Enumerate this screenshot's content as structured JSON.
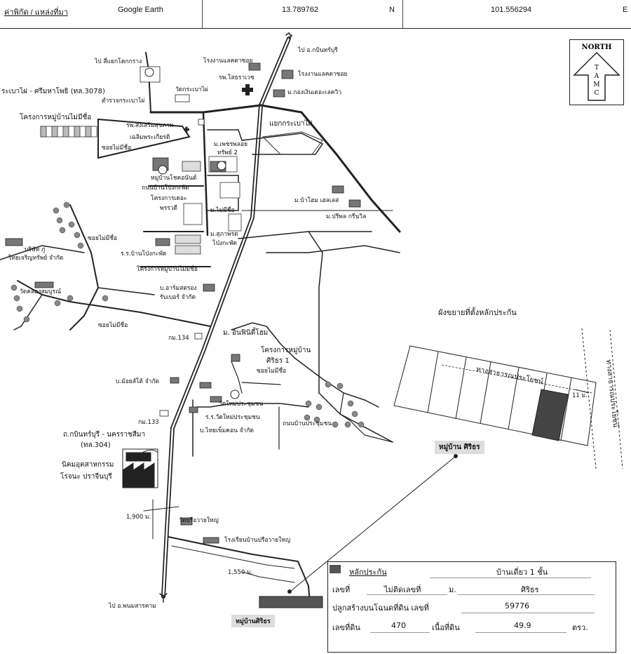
{
  "header": {
    "location_label": "ค่าพิกัด / แหล่งที่มา",
    "source": "Google Earth",
    "latitude": "13.789762",
    "lat_dir": "N",
    "longitude": "101.556294",
    "lon_dir": "E"
  },
  "north_arrow": {
    "letters": [
      "N",
      "O",
      "R",
      "T",
      "H"
    ],
    "inner": [
      "T",
      "A",
      "M",
      "C"
    ]
  },
  "labels": {
    "to_intersection": "ไป สี่แยกโคกกราง",
    "km_marker": "กม.",
    "wat_krabao": "วัดกระเบาไผ่",
    "police": "ตำรวจกระเบาไผ่",
    "road_3078": "ระเบาไผ่ - ศรีมหาโพธิ (ทล.3078)",
    "project_noname_1": "โครงการหมู่บ้านไม่มีชื่อ",
    "hospital_health": "รพ.ส่งเสริมสุขภาพ",
    "hospital_health_2": "เฉลิมพระเกียรติ",
    "soi_noname_1": "ซอยไม่มีชื่อ",
    "village_chot": "หมู่บ้านโชคอนันต์",
    "road_khok": "ถนนบ้านโป่งกะพัด",
    "project_dara": "โครงการเดอะ",
    "project_dara_2": "พรรวดี",
    "soi_noname_2": "ซอยไม่มีชื่อ",
    "school_pong": "ร.ร.บ้านโป่งกะพัด",
    "project_noname_2": "โครงการหมู่บ้านไม่มีชื่อ",
    "company_ar": "บ.อาร์มสตรอง",
    "company_ar_2": "รับเบอร์ จำกัด",
    "company_thai": "บริษัท ภู่",
    "company_thai_2": "ไทยเจริญทรัพย์ จำกัด",
    "wat_klong": "วัดคลองสมบูรณ์",
    "soi_noname_3": "ซอยไม่มีชื่อ",
    "km134": "กม.134",
    "to_kabin": "ไป อ.กบินทร์บุรี",
    "factory_1": "โรงงานแลคตาซอย",
    "hospital_sot": "รพ.โสธราเวช",
    "factory_2": "โรงงานแลคตาซอย",
    "village_klong": "ม.กองเงินเดอะเลควิว",
    "junction": "แยกกระเบาไผ่",
    "village_phet": "ม.เพชรพลอย",
    "village_phet_2": "ทรัพย์ 2",
    "village_noname": "ม.ไม่มีชื่อ",
    "village_suphap": "ม.สุภาพรต",
    "village_suphap_2": "โป่งกะพัด",
    "village_ba": "ม.บ้าโฮม เฮลเลส",
    "village_pri": "ม.ปรีพล กรีนวิล",
    "village_infinity": "ม. อินฟินิตี้โฮม",
    "project_siri": "โครงการหมู่บ้าน",
    "project_siri_2": "ศิริธร 1",
    "soi_noname_4": "ซอยไม่มีชื่อ",
    "company_moi": "บ.ม้อยส์โต้ จำกัด",
    "wat_mai": "วัดใหม่ประชุมชน",
    "school_wat_mai": "ร.ร.วัดใหม่ประชุมชน",
    "company_thaikem": "บ.ไทยเข็มคอน จำกัด",
    "road_prachum": "ถนนบ้านประชุมชน",
    "km133": "กม.133",
    "road_304": "ถ.กบินทร์บุรี - นครราชสีมา",
    "road_304_2": "(ทล.304)",
    "estate": "นิคมอุตสาหกรรม",
    "estate_2": "โรจนะ ปราจีนบุรี",
    "dist_1900": "1,900 ม.",
    "wat_preuk": "วัดปรือวายใหญ่",
    "school_preuk": "โรงเรียนบ้านปรือวายใหญ่",
    "dist_1550": "1,550 ม.",
    "to_phanom": "ไป อ.พนมสารคาม",
    "village_siri_bottom": "หมู่บ้านศิริธร",
    "village_siri_tag": "หมู่บ้าน ศิริธร",
    "plot_title": "ผังขยายที่ตั้งหลักประกัน",
    "public_way": "ทางสาธารณประโยชน์",
    "public_way_v": "ทางสาธารณประโยชน์",
    "width_11": "11 ม."
  },
  "legend": {
    "collateral": "หลักประกัน",
    "building": "บ้านเดี่ยว 1 ชั้น",
    "number_label": "เลขที่",
    "number_value": "ไม่ติดเลขที่",
    "moo_label": "ม.",
    "moo_value": "ศิริธร",
    "built_on": "ปลูกสร้างบนโฉนดที่ดิน เลขที่",
    "deed_no": "59776",
    "land_no_label": "เลขที่ดิน",
    "land_no": "470",
    "area_label": "เนื้อที่ดิน",
    "area": "49.9",
    "unit": "ตรว."
  }
}
